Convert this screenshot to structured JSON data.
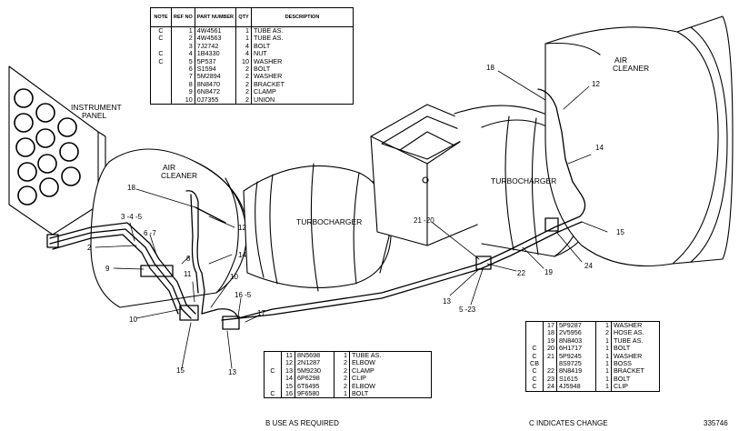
{
  "labels": {
    "instrument_panel_1": "INSTRUMENT",
    "instrument_panel_2": "PANEL",
    "air_cleaner_left_1": "AIR",
    "air_cleaner_left_2": "CLEANER",
    "air_cleaner_right_1": "AIR",
    "air_cleaner_right_2": "CLEANER",
    "turbo_left": "TURBOCHARGER",
    "turbo_right": "TURBOCHARGER"
  },
  "callouts": {
    "c18a": "18",
    "c12a": "12",
    "c8": "8",
    "c14a": "14",
    "c345": "3 -4 -5",
    "c2": "2",
    "c67": "6 -7",
    "c9": "9",
    "c11": "11",
    "c10a": "10",
    "c10b": "10",
    "c165": "16 -5",
    "c17": "17",
    "c15a": "15",
    "c13a": "13",
    "c18b": "18",
    "c12b": "12",
    "c14b": "14",
    "c15b": "15",
    "c2120": "21 -20",
    "c22": "22",
    "c19": "19",
    "c24": "24",
    "c13b": "13",
    "c523": "5 -23"
  },
  "table_top": {
    "headers": [
      "NOTE",
      "REF NO",
      "PART NUMBER",
      "QTY",
      "DESCRIPTION"
    ],
    "rows": [
      {
        "note": "C",
        "ref": "1",
        "part": "4W4561",
        "qty": "1",
        "desc": "TUBE AS."
      },
      {
        "note": "C",
        "ref": "2",
        "part": "4W4563",
        "qty": "1",
        "desc": "TUBE AS."
      },
      {
        "note": "",
        "ref": "3",
        "part": "7J2742",
        "qty": "4",
        "desc": "BOLT"
      },
      {
        "note": "C",
        "ref": "4",
        "part": "1B4330",
        "qty": "4",
        "desc": "NUT"
      },
      {
        "note": "C",
        "ref": "5",
        "part": "5P537",
        "qty": "10",
        "desc": "WASHER"
      },
      {
        "note": "",
        "ref": "6",
        "part": "S1594",
        "qty": "2",
        "desc": "BOLT"
      },
      {
        "note": "",
        "ref": "7",
        "part": "5M2894",
        "qty": "2",
        "desc": "WASHER"
      },
      {
        "note": "",
        "ref": "8",
        "part": "8N8470",
        "qty": "2",
        "desc": "BRACKET"
      },
      {
        "note": "",
        "ref": "9",
        "part": "6N8472",
        "qty": "2",
        "desc": "CLAMP"
      },
      {
        "note": "",
        "ref": "10",
        "part": "0J7355",
        "qty": "2",
        "desc": "UNION"
      }
    ]
  },
  "table_mid": {
    "rows": [
      {
        "note": "",
        "ref": "11",
        "part": "8N5698",
        "qty": "1",
        "desc": "TUBE AS."
      },
      {
        "note": "",
        "ref": "12",
        "part": "2N1287",
        "qty": "2",
        "desc": "ELBOW"
      },
      {
        "note": "C",
        "ref": "13",
        "part": "5M9230",
        "qty": "2",
        "desc": "CLAMP"
      },
      {
        "note": "",
        "ref": "14",
        "part": "6P6298",
        "qty": "2",
        "desc": "CLIP"
      },
      {
        "note": "",
        "ref": "15",
        "part": "6T6495",
        "qty": "2",
        "desc": "ELBOW"
      },
      {
        "note": "C",
        "ref": "16",
        "part": "9F6580",
        "qty": "1",
        "desc": "BOLT"
      }
    ]
  },
  "table_right": {
    "rows": [
      {
        "note": "",
        "ref": "17",
        "part": "5P9287",
        "qty": "1",
        "desc": "WASHER"
      },
      {
        "note": "",
        "ref": "18",
        "part": "2V5956",
        "qty": "2",
        "desc": "HOSE AS."
      },
      {
        "note": "",
        "ref": "19",
        "part": "8N8403",
        "qty": "1",
        "desc": "TUBE AS."
      },
      {
        "note": "C",
        "ref": "20",
        "part": "6H1717",
        "qty": "1",
        "desc": "BOLT"
      },
      {
        "note": "C",
        "ref": "21",
        "part": "5P9245",
        "qty": "1",
        "desc": "WASHER"
      },
      {
        "note": "CB",
        "ref": "",
        "part": "8S9725",
        "qty": "1",
        "desc": "BOSS"
      },
      {
        "note": "C",
        "ref": "22",
        "part": "8N8419",
        "qty": "1",
        "desc": "BRACKET"
      },
      {
        "note": "C",
        "ref": "23",
        "part": "S1615",
        "qty": "1",
        "desc": "BOLT"
      },
      {
        "note": "C",
        "ref": "24",
        "part": "4J5948",
        "qty": "1",
        "desc": "CLIP"
      }
    ]
  },
  "footer": {
    "note_b": "B   USE AS REQUIRED",
    "note_c": "C   INDICATES CHANGE",
    "figure_number": "335746"
  }
}
